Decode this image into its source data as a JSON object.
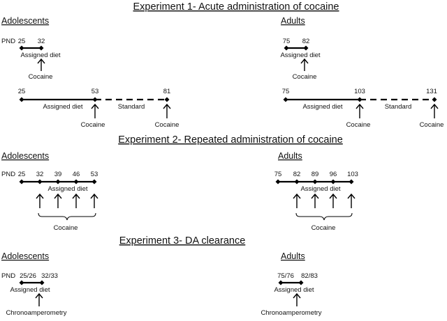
{
  "experiments": [
    {
      "title": "Experiment 1- Acute administration of cocaine"
    },
    {
      "title": "Experiment 2- Repeated administration of cocaine"
    },
    {
      "title": "Experiment 3- DA clearance"
    }
  ],
  "labels": {
    "adolescents": "Adolescents",
    "adults": "Adults",
    "pnd": "PND",
    "assigned_diet": "Assigned diet",
    "standard": "Standard",
    "cocaine": "Cocaine",
    "chronoamperometry": "Chronoamperometry"
  },
  "exp1": {
    "adol_short": {
      "start": "25",
      "end": "32"
    },
    "adult_short": {
      "start": "75",
      "end": "82"
    },
    "adol_long": {
      "start": "25",
      "mid": "53",
      "end": "81"
    },
    "adult_long": {
      "start": "75",
      "mid": "103",
      "end": "131"
    }
  },
  "exp2": {
    "adol_days": [
      "25",
      "32",
      "39",
      "46",
      "53"
    ],
    "adult_days": [
      "75",
      "82",
      "89",
      "96",
      "103"
    ]
  },
  "exp3": {
    "adol": {
      "start": "25/26",
      "end": "32/33"
    },
    "adult": {
      "start": "75/76",
      "end": "82/83"
    }
  }
}
